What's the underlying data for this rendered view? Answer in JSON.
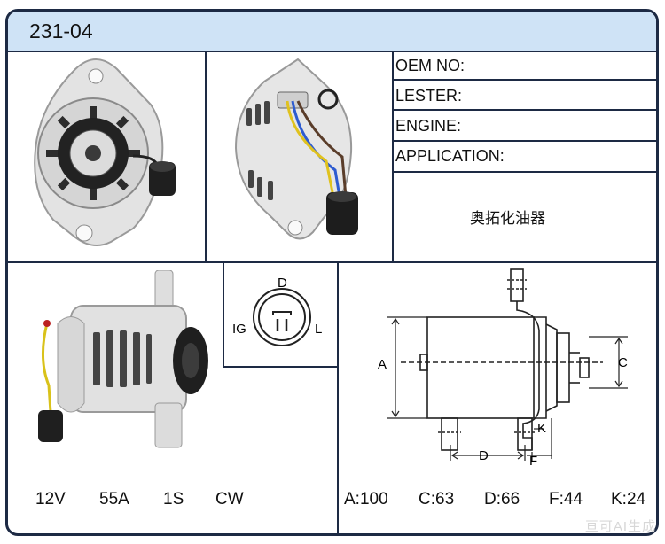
{
  "title": "231-04",
  "fields": {
    "oem": "OEM NO:",
    "lester": "LESTER:",
    "engine": "ENGINE:",
    "application": "APPLICATION:"
  },
  "application_value": "奥拓化油器",
  "connector": {
    "top": "D",
    "left": "IG",
    "right": "L"
  },
  "specs": {
    "voltage": "12V",
    "amperage": "55A",
    "pulley": "1S",
    "rotation": "CW"
  },
  "dimensions": {
    "a": "A:100",
    "c": "C:63",
    "d": "D:66",
    "f": "F:44",
    "k": "K:24"
  },
  "diagram_labels": {
    "a": "A",
    "c": "C",
    "d": "D",
    "f": "F",
    "k": "K"
  },
  "watermark": "亘可AI生成"
}
